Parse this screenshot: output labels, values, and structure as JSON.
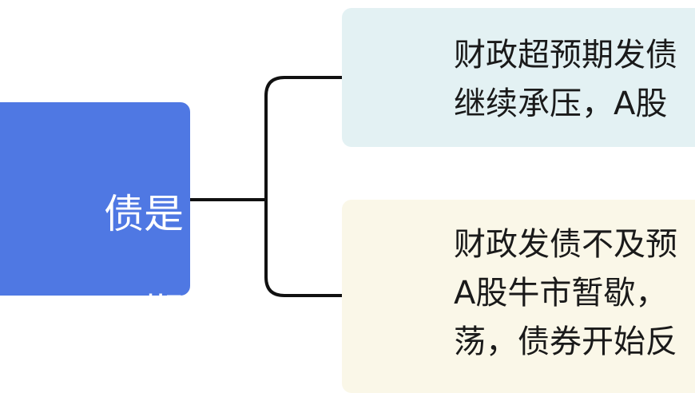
{
  "root": {
    "lines": [
      "债是",
      "期"
    ]
  },
  "branches": [
    {
      "lines": [
        "财政超预期发债",
        "继续承压，A股"
      ]
    },
    {
      "lines": [
        "财政发债不及预",
        "A股牛市暂歇，",
        "荡，债券开始反"
      ]
    }
  ],
  "colors": {
    "root_fill": "#4f78e3",
    "branch1_fill": "#e3f1f3",
    "branch2_fill": "#faf7e8",
    "connector": "#111111"
  }
}
